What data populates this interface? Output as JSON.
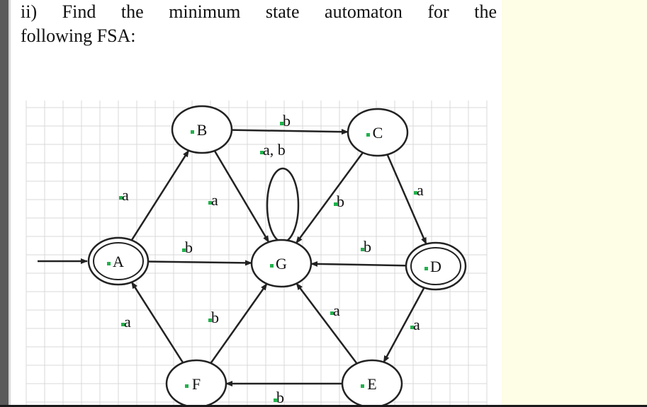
{
  "question": {
    "line1": "ii) Find the minimum state automaton for the",
    "line2": "following FSA:"
  },
  "diagram": {
    "states": [
      {
        "id": "A",
        "label": "A",
        "accepting": true,
        "initial": true
      },
      {
        "id": "B",
        "label": "B",
        "accepting": false
      },
      {
        "id": "C",
        "label": "C",
        "accepting": false
      },
      {
        "id": "D",
        "label": "D",
        "accepting": true
      },
      {
        "id": "E",
        "label": "E",
        "accepting": false
      },
      {
        "id": "F",
        "label": "F",
        "accepting": false
      },
      {
        "id": "G",
        "label": "G",
        "accepting": false
      }
    ],
    "transitions": [
      {
        "from": "A",
        "to": "B",
        "label": "a"
      },
      {
        "from": "A",
        "to": "G",
        "label": "b"
      },
      {
        "from": "B",
        "to": "C",
        "label": "b"
      },
      {
        "from": "B",
        "to": "G",
        "label": "a"
      },
      {
        "from": "C",
        "to": "D",
        "label": "a"
      },
      {
        "from": "C",
        "to": "G",
        "label": "b"
      },
      {
        "from": "D",
        "to": "G",
        "label": "b"
      },
      {
        "from": "D",
        "to": "E",
        "label": "a"
      },
      {
        "from": "E",
        "to": "F",
        "label": "b"
      },
      {
        "from": "E",
        "to": "G",
        "label": "a"
      },
      {
        "from": "F",
        "to": "A",
        "label": "a"
      },
      {
        "from": "F",
        "to": "G",
        "label": "b"
      },
      {
        "from": "G",
        "to": "G",
        "label": "a, b"
      }
    ]
  },
  "colors": {
    "grid": "#d9d9d9",
    "stroke": "#222222",
    "marker": "#22b14c",
    "page": "#ffffff",
    "panel": "#fefde6"
  }
}
